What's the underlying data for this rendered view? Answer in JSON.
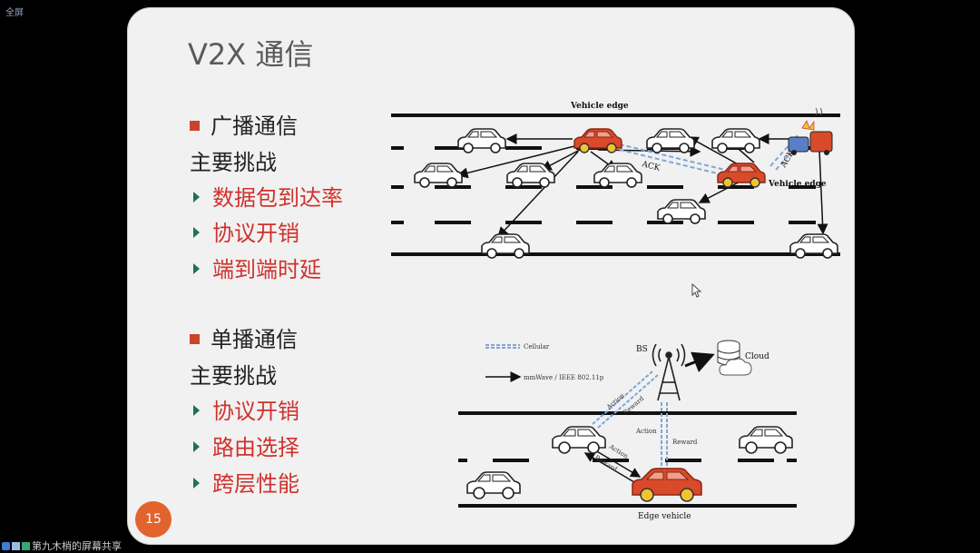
{
  "top_label": "全屏",
  "slide": {
    "title": "V2X 通信",
    "page_number": "15",
    "broadcast": {
      "heading": "广播通信",
      "challenges_label": "主要挑战",
      "items": [
        "数据包到达率",
        "协议开销",
        "端到端时延"
      ]
    },
    "unicast": {
      "heading": "单播通信",
      "challenges_label": "主要挑战",
      "items": [
        "协议开销",
        "路由选择",
        "跨层性能"
      ]
    },
    "diagram_top": {
      "label_vehicle_edge_1": "Vehicle edge",
      "label_vehicle_edge_2": "Vehicle edge",
      "label_ack_1": "ACK",
      "label_ack_2": "ACK"
    },
    "diagram_bottom": {
      "legend_cellular": "Cellular",
      "legend_mmwave": "mmWave / IEEE 802.11p",
      "label_bs": "BS",
      "label_cloud": "Cloud",
      "label_action_1": "Action",
      "label_reward_1": "Reward",
      "label_action_2": "Action",
      "label_reward_2": "Reward",
      "label_action_3": "Action",
      "label_reward_3": "Reward",
      "label_edge_vehicle": "Edge vehicle"
    }
  },
  "bottom_bar": {
    "text": "第九木梢的屏幕共享"
  },
  "colors": {
    "accent_red": "#d0312d",
    "bullet_square": "#c9452a",
    "page_badge": "#e2632d",
    "bullet_arrow": "#1f6e5e"
  }
}
